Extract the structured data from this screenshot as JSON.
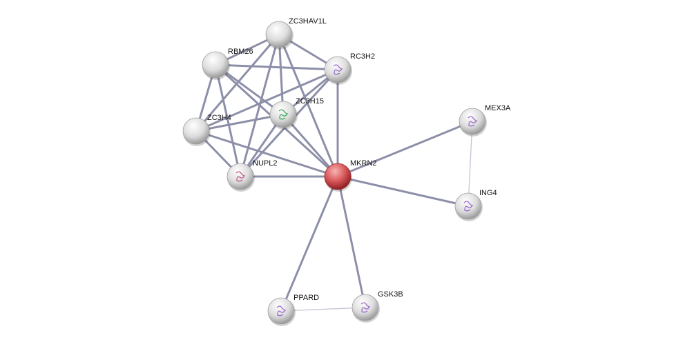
{
  "network": {
    "nodes": [
      {
        "id": "ZC3HAV1L",
        "label": "ZC3HAV1L",
        "query": false,
        "structure": false
      },
      {
        "id": "RBM26",
        "label": "RBM26",
        "query": false,
        "structure": false
      },
      {
        "id": "RC3H2",
        "label": "RC3H2",
        "query": false,
        "structure": true
      },
      {
        "id": "ZC3H15",
        "label": "ZC3H15",
        "query": false,
        "structure": true
      },
      {
        "id": "ZC3H4",
        "label": "ZC3H4",
        "query": false,
        "structure": false
      },
      {
        "id": "NUPL2",
        "label": "NUPL2",
        "query": false,
        "structure": true
      },
      {
        "id": "MKRN2",
        "label": "MKRN2",
        "query": true,
        "structure": false
      },
      {
        "id": "MEX3A",
        "label": "MEX3A",
        "query": false,
        "structure": true
      },
      {
        "id": "ING4",
        "label": "ING4",
        "query": false,
        "structure": true
      },
      {
        "id": "PPARD",
        "label": "PPARD",
        "query": false,
        "structure": true
      },
      {
        "id": "GSK3B",
        "label": "GSK3B",
        "query": false,
        "structure": true
      }
    ],
    "edges": [
      [
        "ZC3HAV1L",
        "RBM26",
        "strong"
      ],
      [
        "ZC3HAV1L",
        "RC3H2",
        "strong"
      ],
      [
        "ZC3HAV1L",
        "ZC3H15",
        "strong"
      ],
      [
        "ZC3HAV1L",
        "ZC3H4",
        "strong"
      ],
      [
        "ZC3HAV1L",
        "NUPL2",
        "strong"
      ],
      [
        "ZC3HAV1L",
        "MKRN2",
        "strong"
      ],
      [
        "RBM26",
        "RC3H2",
        "strong"
      ],
      [
        "RBM26",
        "ZC3H15",
        "strong"
      ],
      [
        "RBM26",
        "ZC3H4",
        "strong"
      ],
      [
        "RBM26",
        "NUPL2",
        "strong"
      ],
      [
        "RBM26",
        "MKRN2",
        "strong"
      ],
      [
        "RC3H2",
        "ZC3H15",
        "strong"
      ],
      [
        "RC3H2",
        "ZC3H4",
        "strong"
      ],
      [
        "RC3H2",
        "NUPL2",
        "strong"
      ],
      [
        "RC3H2",
        "MKRN2",
        "strong"
      ],
      [
        "ZC3H15",
        "ZC3H4",
        "strong"
      ],
      [
        "ZC3H15",
        "NUPL2",
        "strong"
      ],
      [
        "ZC3H15",
        "MKRN2",
        "strong"
      ],
      [
        "ZC3H4",
        "NUPL2",
        "strong"
      ],
      [
        "ZC3H4",
        "MKRN2",
        "strong"
      ],
      [
        "NUPL2",
        "MKRN2",
        "strong"
      ],
      [
        "MKRN2",
        "MEX3A",
        "strong"
      ],
      [
        "MKRN2",
        "ING4",
        "strong"
      ],
      [
        "MEX3A",
        "ING4",
        "weak"
      ],
      [
        "MKRN2",
        "PPARD",
        "strong"
      ],
      [
        "MKRN2",
        "GSK3B",
        "strong"
      ],
      [
        "PPARD",
        "GSK3B",
        "weak"
      ]
    ],
    "colors": {
      "edge": "#8c8fa8",
      "edge_weak": "#c4c4d4",
      "node": "#d9d9d9",
      "query_node": "#d24b4f"
    }
  }
}
